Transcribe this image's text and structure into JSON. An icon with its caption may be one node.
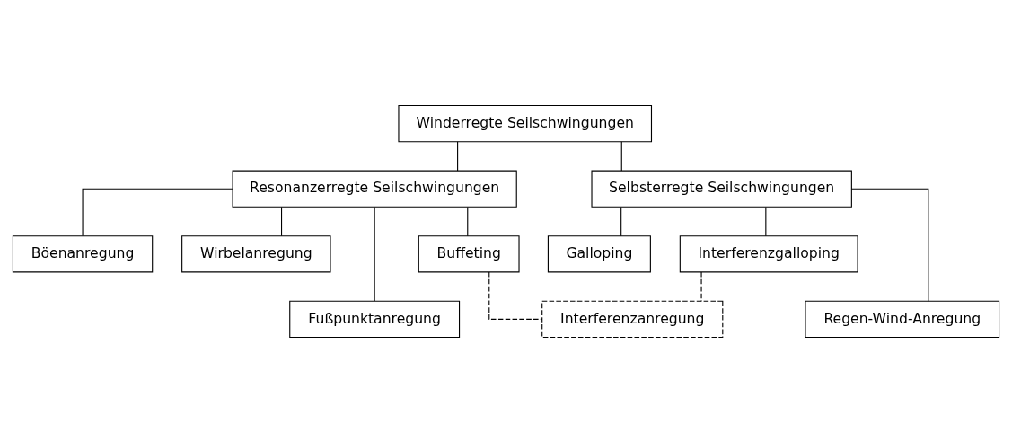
{
  "diagram": {
    "nodes": [
      {
        "text": [
          "Winderregte Seilschwingungen"
        ]
      },
      {
        "text": [
          "Resonanzerregte Seilschwingungen"
        ]
      },
      {
        "text": [
          "Selbsterregte Seilschwingungen"
        ]
      },
      {
        "text": [
          "Wirbelanregung"
        ]
      },
      {
        "text": [
          "Buffeting"
        ]
      },
      {
        "text": [
          "Interferenzgalloping"
        ]
      },
      {
        "text": [
          "Galloping"
        ]
      },
      {
        "text": [
          "Fußpunktanregung"
        ]
      },
      {
        "text": [
          "Interferenzanregung"
        ]
      },
      {
        "text": [
          "Regen-Wind-Anregung"
        ]
      },
      {
        "text": [
          "Böenanregung"
        ]
      }
    ],
    "edges": [
      {
        "from": 0,
        "to": 1,
        "arrow": "none"
      },
      {
        "from": 0,
        "to": 2,
        "arrow": "none"
      },
      {
        "from": 1,
        "to": 3,
        "arrow": "none"
      },
      {
        "from": 1,
        "to": 4,
        "arrow": "none"
      },
      {
        "from": 1,
        "to": 7,
        "arrow": "none"
      },
      {
        "from": 1,
        "to": 10,
        "arrow": "none"
      },
      {
        "from": 2,
        "to": 5,
        "arrow": "none"
      },
      {
        "from": 2,
        "to": 6,
        "arrow": "none"
      },
      {
        "from": 2,
        "to": 9,
        "arrow": "none"
      },
      {
        "from": 4,
        "to": 8,
        "arrow": "none",
        "style": "dashed"
      },
      {
        "from": 5,
        "to": 8,
        "arrow": "none",
        "style": "dashed"
      }
    ]
  }
}
